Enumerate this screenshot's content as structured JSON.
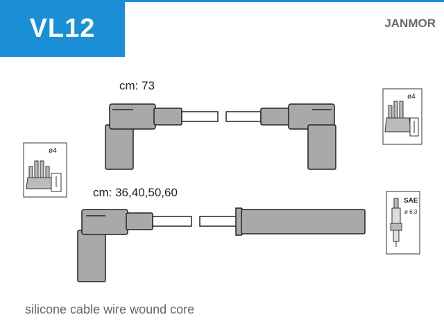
{
  "header": {
    "code": "VL12",
    "brand": "JANMOR",
    "accent_color": "#1a8fd6"
  },
  "cables": [
    {
      "length_label": "cm: 73"
    },
    {
      "length_label": "cm: 36,40,50,60"
    }
  ],
  "icons": {
    "distributor_left": {
      "name": "distributor-cap-icon",
      "label": "ø4"
    },
    "distributor_right": {
      "name": "distributor-cap-icon",
      "label": "ø4"
    },
    "spark_plug": {
      "name": "spark-plug-icon",
      "label": "SAE",
      "sublabel": "ø 6,3"
    }
  },
  "footer": {
    "description": "silicone cable wire wound core"
  }
}
